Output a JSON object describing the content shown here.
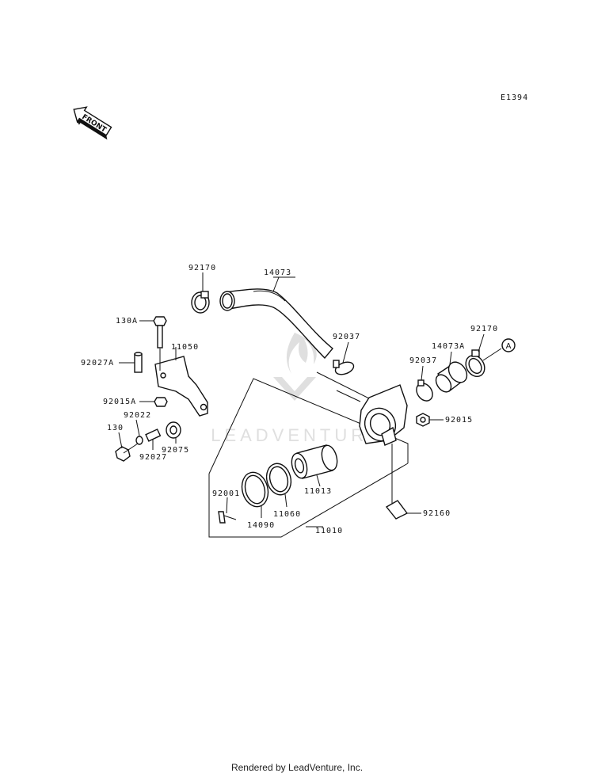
{
  "diagram": {
    "code": "E1394",
    "front_label": "FRONT",
    "ref_marker": "A",
    "watermark": "LEADVENTURE",
    "parts": {
      "p92170_left": "92170",
      "p14073": "14073",
      "p130A": "130A",
      "p11050": "11050",
      "p92027A": "92027A",
      "p92015A": "92015A",
      "p92022": "92022",
      "p130": "130",
      "p92027": "92027",
      "p92075": "92075",
      "p92037_top": "92037",
      "p92170_right": "92170",
      "p14073A": "14073A",
      "p92037_right": "92037",
      "p92015": "92015",
      "p11013": "11013",
      "p92001": "92001",
      "p14090": "14090",
      "p11060": "11060",
      "p11010": "11010",
      "p92160": "92160"
    }
  },
  "footer": {
    "text": "Rendered by LeadVenture, Inc."
  }
}
